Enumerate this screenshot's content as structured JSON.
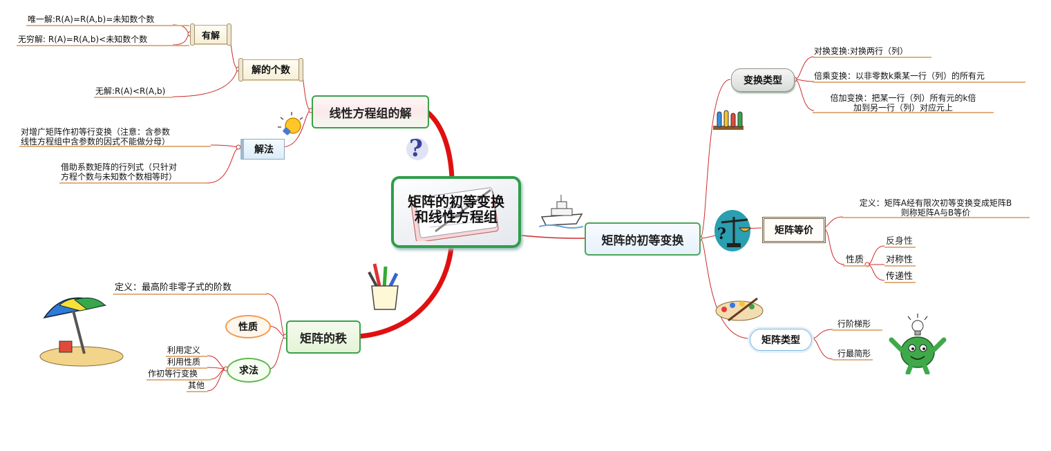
{
  "center": {
    "title": "矩阵的初等变换\n和线性方程组"
  },
  "branches": {
    "solutions": {
      "label": "线性方程组的解",
      "count": {
        "label": "解的个数",
        "has_solution": {
          "label": "有解",
          "unique": "唯一解:R(A)=R(A,b)=未知数个数",
          "infinite": "无穷解: R(A)=R(A,b)<未知数个数"
        },
        "none": "无解:R(A)<R(A,b)"
      },
      "method": {
        "label": "解法",
        "items": [
          "对增广矩阵作初等行变换（注意：含参数\n线性方程组中含参数的因式不能做分母）",
          "借助系数矩阵的行列式（只针对\n方程个数与未知数个数相等时）"
        ]
      }
    },
    "rank": {
      "label": "矩阵的秩",
      "definition": "定义：最高阶非零子式的阶数",
      "property": {
        "label": "性质"
      },
      "method": {
        "label": "求法",
        "items": [
          "利用定义",
          "利用性质",
          "作初等行变换",
          "其他"
        ]
      }
    },
    "transform": {
      "label": "矩阵的初等变换",
      "types": {
        "label": "变换类型",
        "items": [
          "对换变换:对换两行（列）",
          "倍乘变换：以非零数k乘某一行（列）的所有元",
          "倍加变换：把某一行（列）所有元的k倍\n加到另一行（列）对应元上"
        ]
      },
      "equivalence": {
        "label": "矩阵等价",
        "definition": "定义：矩阵A经有限次初等变换变成矩阵B\n则称矩阵A与B等价",
        "property": {
          "label": "性质",
          "items": [
            "反身性",
            "对称性",
            "传递性"
          ]
        }
      },
      "matrix_types": {
        "label": "矩阵类型",
        "items": [
          "行阶梯形",
          "行最简形"
        ]
      }
    }
  },
  "colors": {
    "connector": "#cc2a2a",
    "thick": "#e01010",
    "node_border": "#3aa04a",
    "underline": "#e0b080"
  }
}
